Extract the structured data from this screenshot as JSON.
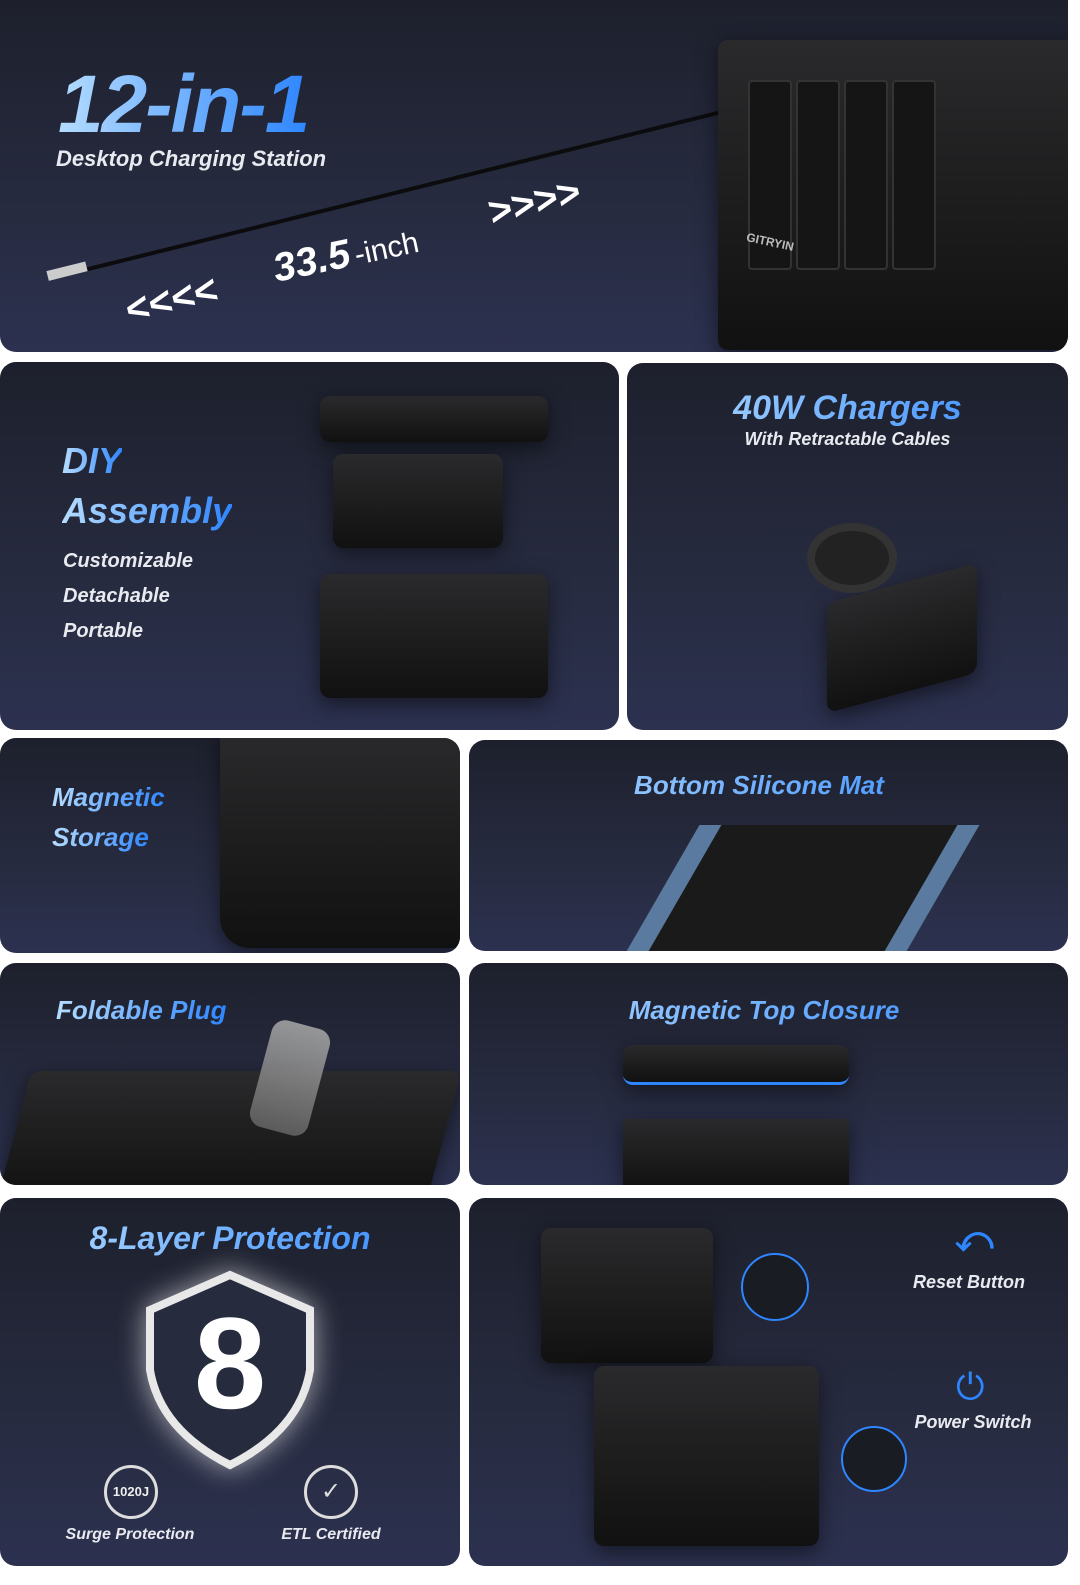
{
  "hero": {
    "title": "12-in-1",
    "subtitle": "Desktop Charging Station",
    "length_value": "33.5",
    "length_unit": "-inch",
    "arrows_left": "<<<<",
    "arrows_right": ">>>>",
    "brand": "GITRYIN"
  },
  "diy": {
    "title_line1": "DIY",
    "title_line2": "Assembly",
    "features": [
      "Customizable",
      "Detachable",
      "Portable"
    ]
  },
  "chargers": {
    "title": "40W Chargers",
    "subtitle": "With Retractable Cables"
  },
  "magnetic_storage": {
    "title_line1": "Magnetic",
    "title_line2": "Storage"
  },
  "mat": {
    "title": "Bottom Silicone Mat"
  },
  "plug": {
    "title": "Foldable Plug"
  },
  "closure": {
    "title": "Magnetic Top Closure"
  },
  "protection": {
    "title": "8-Layer Protection",
    "shield_number": "8",
    "badges": [
      {
        "icon": "surge-badge",
        "badge_text": "1020J",
        "label": "Surge Protection"
      },
      {
        "icon": "shield-check-icon",
        "label": "ETL Certified"
      }
    ]
  },
  "controls": {
    "items": [
      {
        "icon": "reset-icon",
        "label": "Reset Button"
      },
      {
        "icon": "power-icon",
        "label": "Power Switch"
      }
    ]
  },
  "colors": {
    "accent": "#2e86ff",
    "panel": "#252a3c"
  }
}
